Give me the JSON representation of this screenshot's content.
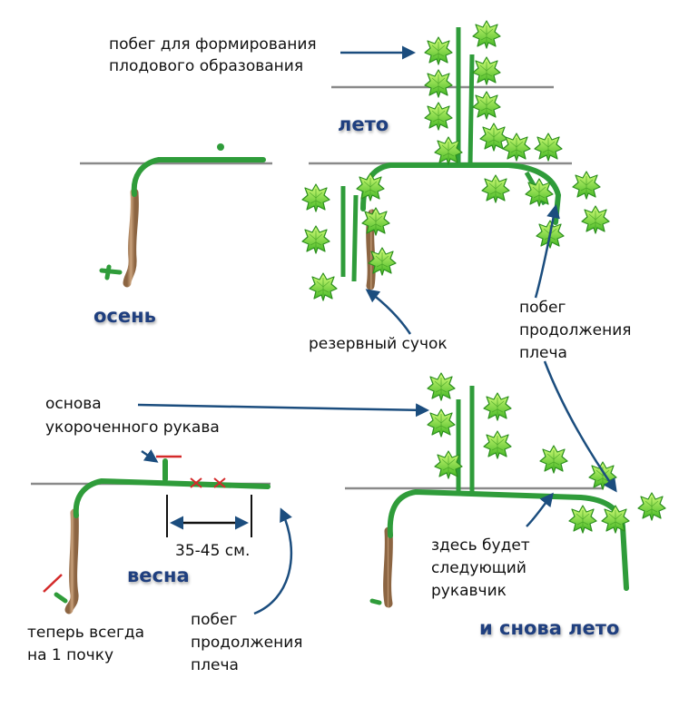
{
  "seasons": {
    "autumn": "осень",
    "summer": "лето",
    "spring": "весна",
    "summer_again": "и снова лето"
  },
  "labels": {
    "fruit_shoot_line1": "побег для формирования",
    "fruit_shoot_line2": "плодового образования",
    "reserve_spur": "резервный сучок",
    "arm_shoot_top_line1": "побег",
    "arm_shoot_top_line2": "продолжения",
    "arm_shoot_top_line3": "плеча",
    "sleeve_base_line1": "основа",
    "sleeve_base_line2": "укороченного рукава",
    "distance": "35-45 см.",
    "one_bud_line1": "теперь всегда",
    "one_bud_line2": "на 1 почку",
    "arm_shoot_bottom_line1": "побег",
    "arm_shoot_bottom_line2": "продолжения",
    "arm_shoot_bottom_line3": "плеча",
    "next_sleeve_line1": "здесь будет",
    "next_sleeve_line2": "следующий",
    "next_sleeve_line3": "рукавчик"
  },
  "colors": {
    "season_text": "#1f3f7f",
    "arrow": "#1b4d7e",
    "vine_green": "#2f9c3a",
    "leaf_green": "#8fe32c",
    "trunk_brown": "#a9825e",
    "wire": "#8a8a8a",
    "cut_mark": "#d42a2a"
  },
  "icons": [
    "vine-leaf-icon",
    "arrow-icon",
    "cut-mark-icon"
  ]
}
